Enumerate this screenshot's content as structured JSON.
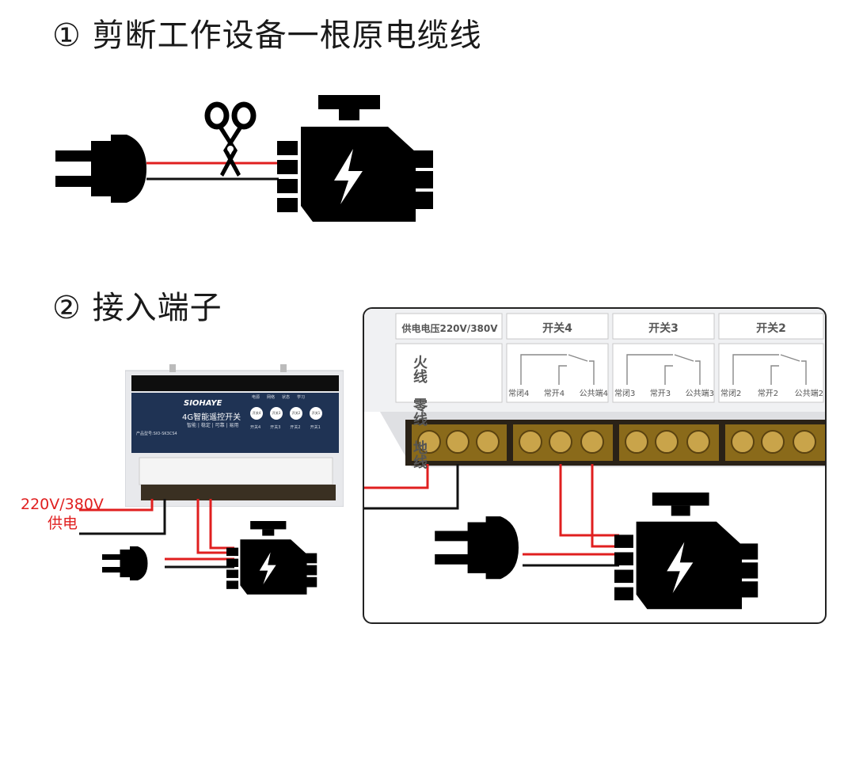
{
  "step1": {
    "title": "① 剪断工作设备一根原电缆线"
  },
  "step2": {
    "title": "② 接入端子"
  },
  "supply_label": {
    "line1": "220V/380V",
    "line2": "供电"
  },
  "device": {
    "brand": "SIOHAYE",
    "name": "4G智能遥控开关",
    "tagline": "智能 | 稳定 | 可靠 | 易用",
    "model_prefix": "产品型号:SIO-SK3CS4",
    "top_labels": [
      "电源",
      "网络",
      "状态",
      "学习"
    ],
    "buttons": [
      "开关4",
      "开关3",
      "开关2",
      "开关1"
    ],
    "leds": [
      "开关4",
      "开关3",
      "开关2",
      "开关1"
    ]
  },
  "terminal_panel": {
    "supply_header": "供电电压220V/380V",
    "wire_labels": [
      "火线",
      "零线",
      "地线"
    ],
    "switch_groups": [
      {
        "header": "开关4",
        "terminals": [
          "常闭4",
          "常开4",
          "公共端4"
        ]
      },
      {
        "header": "开关3",
        "terminals": [
          "常闭3",
          "常开3",
          "公共端3"
        ]
      },
      {
        "header": "开关2",
        "terminals": [
          "常闭2",
          "常开2",
          "公共端2"
        ]
      }
    ]
  },
  "colors": {
    "live_wire": "#e01f1f",
    "neutral_wire": "#111111",
    "device_panel": "#1f3354",
    "terminal_brass": "#8a6a1a"
  },
  "icons": [
    "plug-icon",
    "scissors-icon",
    "motor-icon",
    "lightning-icon"
  ]
}
